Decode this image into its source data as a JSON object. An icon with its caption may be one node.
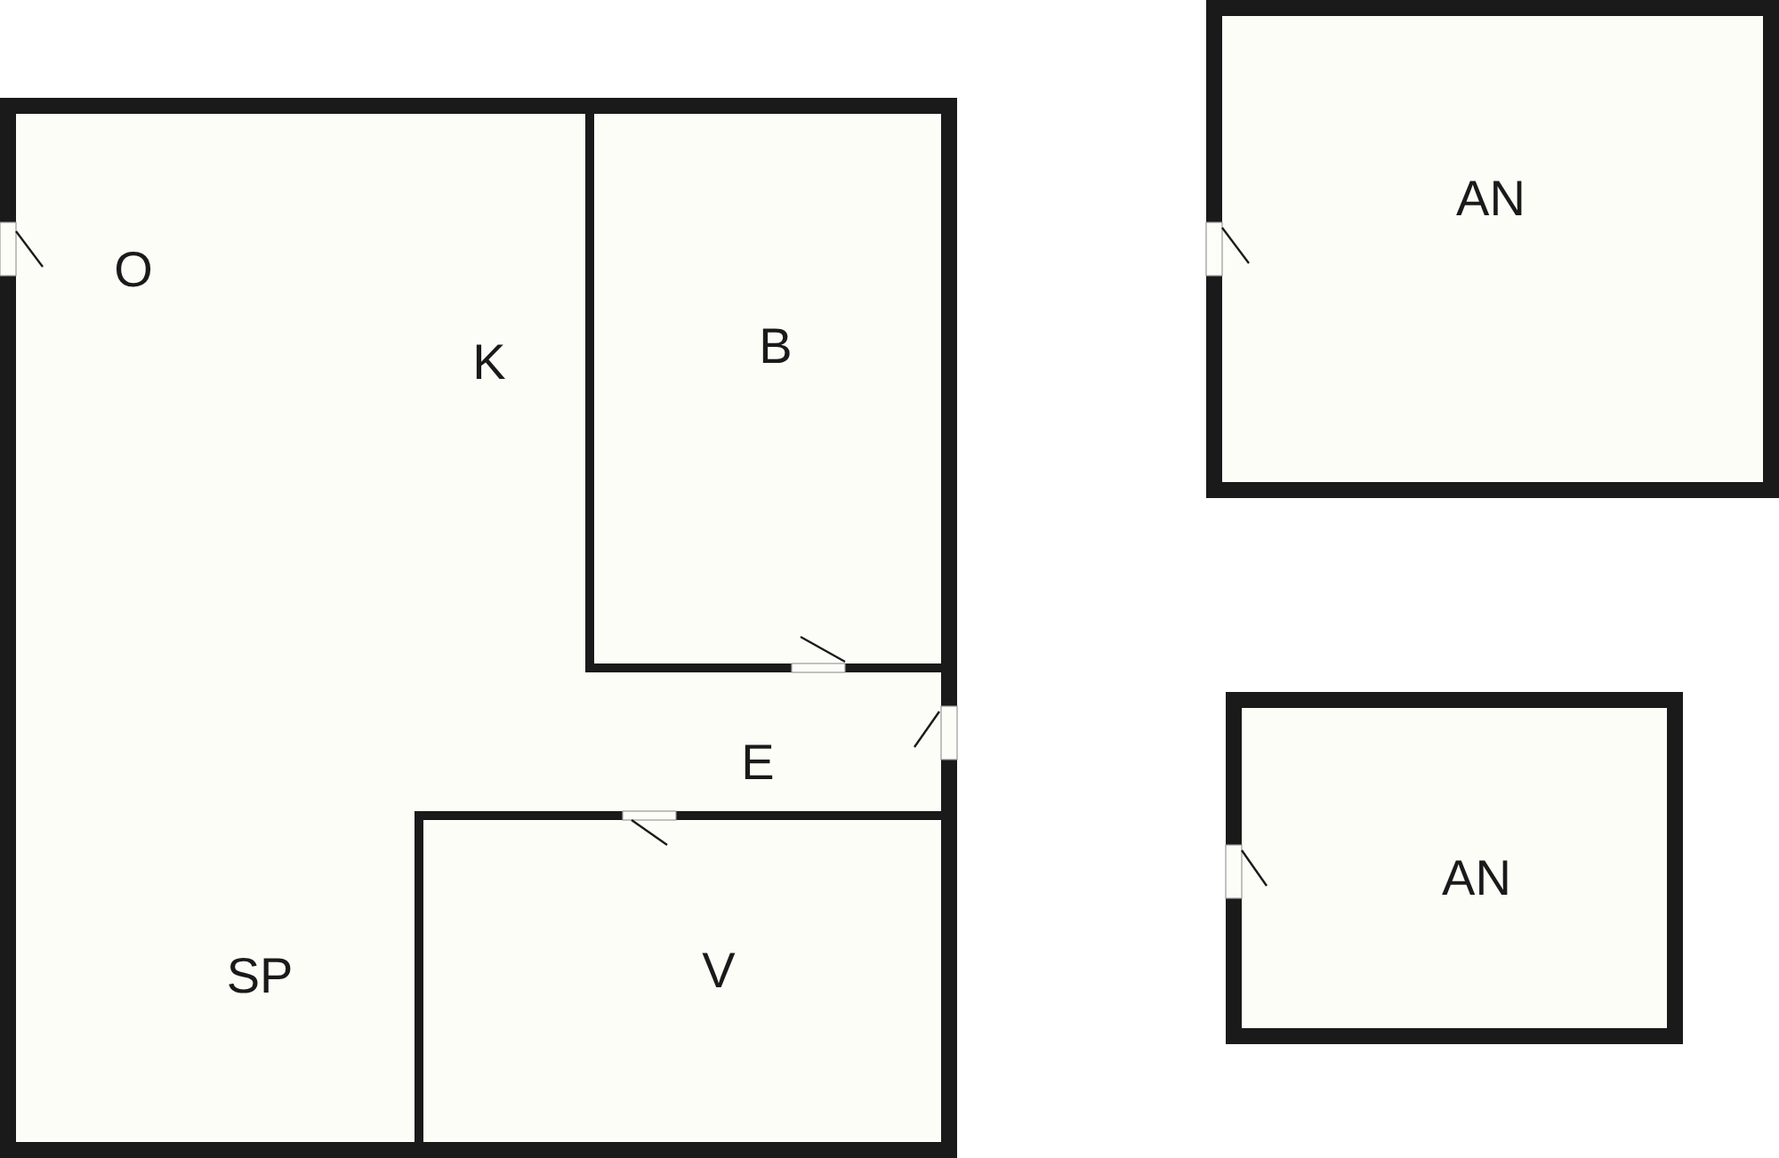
{
  "diagram": {
    "nodes": [
      {
        "text": [
          "O",
          "K",
          "E",
          "SP"
        ]
      },
      {
        "text": [
          "B"
        ],
        "in": 0
      },
      {
        "text": [
          "V"
        ],
        "in": 0
      },
      {
        "text": [
          "AN"
        ]
      },
      {
        "text": [
          "AN"
        ]
      }
    ]
  }
}
